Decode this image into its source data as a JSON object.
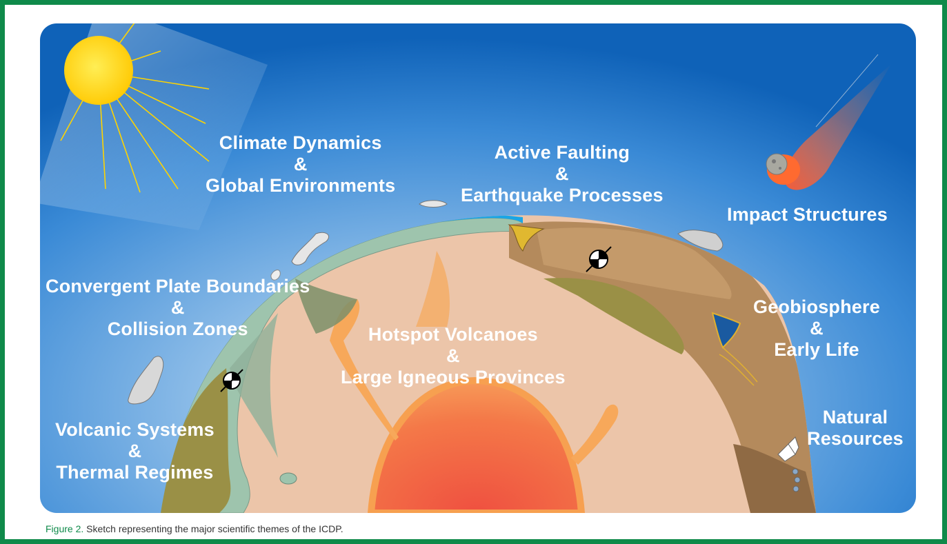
{
  "themes": {
    "climate": {
      "line1": "Climate Dynamics",
      "amp": "&",
      "line2": "Global Environments"
    },
    "faulting": {
      "line1": "Active Faulting",
      "amp": "&",
      "line2": "Earthquake Processes"
    },
    "impact": {
      "line1": "Impact Structures"
    },
    "convergent": {
      "line1": "Convergent Plate Boundaries",
      "amp": "&",
      "line2": "Collision Zones"
    },
    "hotspot": {
      "line1": "Hotspot Volcanoes",
      "amp": "&",
      "line2": "Large Igneous Provinces"
    },
    "geobio": {
      "line1": "Geobiosphere",
      "amp": "&",
      "line2": "Early Life"
    },
    "resources": {
      "line1": "Natural",
      "line2": "Resources"
    },
    "volcanic": {
      "line1": "Volcanic Systems",
      "amp": "&",
      "line2": "Thermal Regimes"
    }
  },
  "caption": {
    "figure": "Figure 2.",
    "text": " Sketch representing the major scientific themes of the ICDP."
  },
  "colors": {
    "frame": "#0f8a4a",
    "sky_dark": "#0f62b8",
    "sky_light": "#bcd8f0",
    "sun": "#ffd400",
    "ocean": "#1aa6e6",
    "crust_green": "#9ec4ad",
    "continent": "#b48a5c",
    "mantle": "#ecc5a9",
    "core": "#f06a40",
    "magma": "#f7a85a",
    "olive": "#9a9046",
    "meteor": "#ff6a30"
  },
  "icons": [
    "sun-icon",
    "meteor-icon",
    "cloud-icon",
    "rain-icon",
    "fault-symbol-icon",
    "dna-icon",
    "crystal-icon"
  ]
}
